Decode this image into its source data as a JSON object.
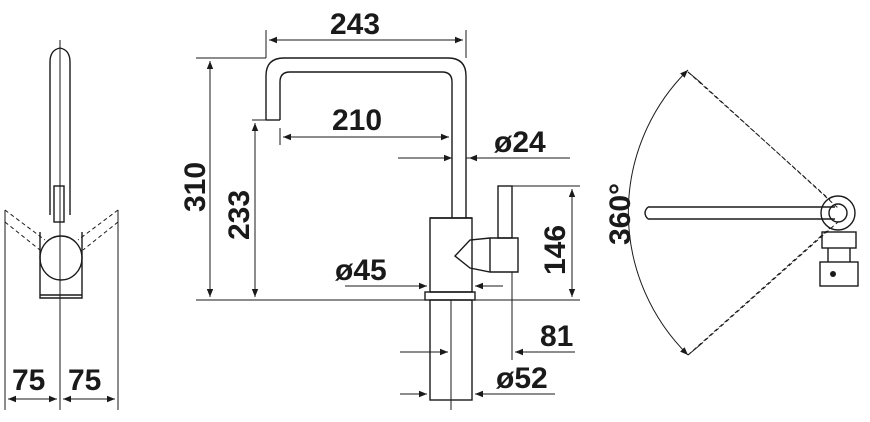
{
  "drawing": {
    "side_view": {
      "width_left": "75",
      "width_right": "75"
    },
    "front_view": {
      "spout_reach_total": "243",
      "spout_reach_inner": "210",
      "spout_diameter": "ø24",
      "total_height": "310",
      "outlet_height": "233",
      "lever_height": "146",
      "base_diameter": "ø45",
      "lever_offset": "81",
      "mount_diameter": "ø52"
    },
    "top_view": {
      "rotation": "360°"
    }
  }
}
